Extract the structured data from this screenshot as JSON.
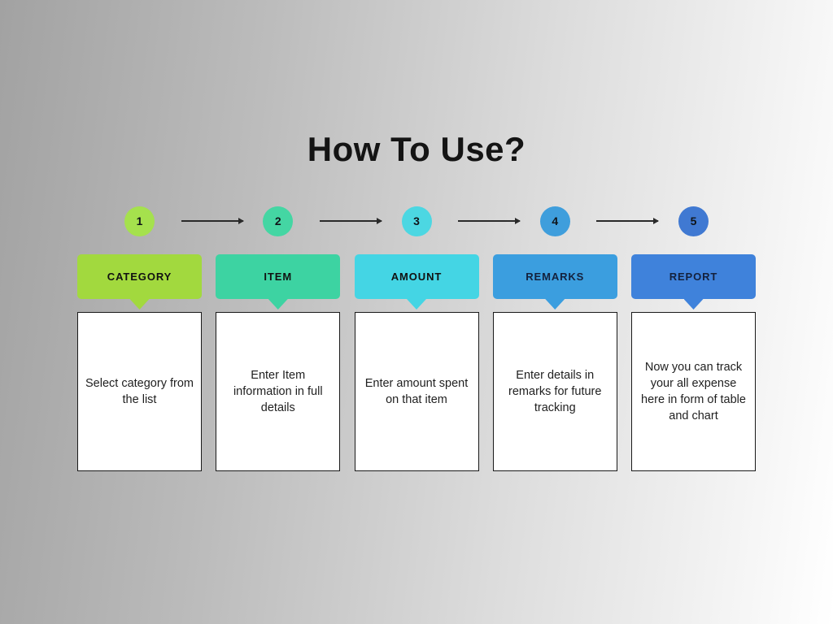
{
  "title": "How To Use?",
  "background": {
    "gradient_start": "#a2a2a2",
    "gradient_end": "#ffffff"
  },
  "arrow_color": "#2a2a2a",
  "card": {
    "background": "#ffffff",
    "border_color": "#1a1a1a",
    "text_color": "#1f1f1f"
  },
  "steps": [
    {
      "number": "1",
      "label": "CATEGORY",
      "description": "Select category from the list",
      "circle_color": "#a5e14d",
      "box_color": "#a2d93e",
      "label_color": "#111111"
    },
    {
      "number": "2",
      "label": "ITEM",
      "description": "Enter Item information in full details",
      "circle_color": "#44d6a3",
      "box_color": "#3dd3a2",
      "label_color": "#111111"
    },
    {
      "number": "3",
      "label": "AMOUNT",
      "description": "Enter amount spent on that item",
      "circle_color": "#4cd7e2",
      "box_color": "#44d5e4",
      "label_color": "#111111"
    },
    {
      "number": "4",
      "label": "REMARKS",
      "description": "Enter details in remarks for future tracking",
      "circle_color": "#3f9edc",
      "box_color": "#3b9edf",
      "label_color": "#14213d"
    },
    {
      "number": "5",
      "label": "REPORT",
      "description": "Now you can track your all expense here in form of table and chart",
      "circle_color": "#4079d2",
      "box_color": "#3f82db",
      "label_color": "#14213d"
    }
  ]
}
